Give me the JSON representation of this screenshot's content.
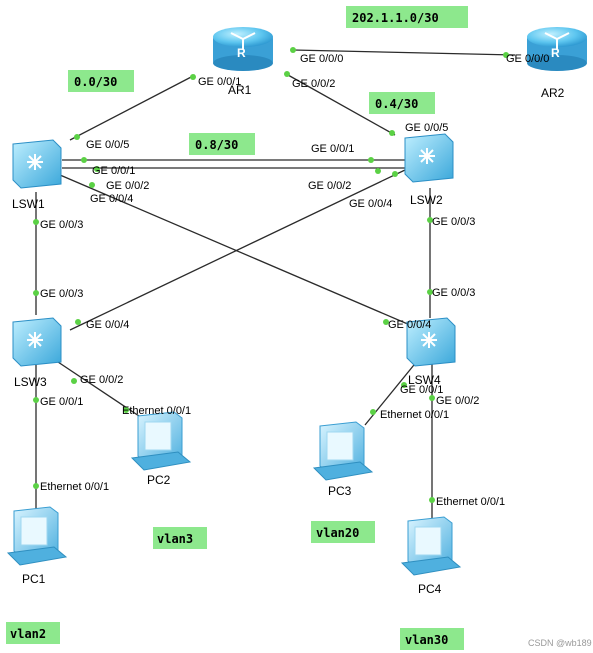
{
  "devices": {
    "ar1": "AR1",
    "ar2": "AR2",
    "lsw1": "LSW1",
    "lsw2": "LSW2",
    "lsw3": "LSW3",
    "lsw4": "LSW4",
    "pc1": "PC1",
    "pc2": "PC2",
    "pc3": "PC3",
    "pc4": "PC4"
  },
  "subnets": {
    "wan": "202.1.1.0/30",
    "ar1_lsw1": "0.0/30",
    "ar1_lsw2": "0.4/30",
    "lsw1_lsw2": "0.8/30"
  },
  "vlans": {
    "vlan2": "vlan2",
    "vlan3": "vlan3",
    "vlan20": "vlan20",
    "vlan30": "vlan30"
  },
  "ports": {
    "ar1_g000": "GE 0/0/0",
    "ar2_g000": "GE 0/0/0",
    "ar1_g001": "GE 0/0/1",
    "ar1_g002": "GE 0/0/2",
    "lsw1_g005": "GE 0/0/5",
    "lsw1_g001": "GE 0/0/1",
    "lsw1_g002": "GE 0/0/2",
    "lsw1_g004": "GE 0/0/4",
    "lsw1_g003": "GE 0/0/3",
    "lsw2_g005": "GE 0/0/5",
    "lsw2_g001": "GE 0/0/1",
    "lsw2_g002": "GE 0/0/2",
    "lsw2_g004": "GE 0/0/4",
    "lsw2_g003": "GE 0/0/3",
    "lsw3_g003": "GE 0/0/3",
    "lsw3_g004": "GE 0/0/4",
    "lsw3_g002": "GE 0/0/2",
    "lsw3_g001": "GE 0/0/1",
    "lsw4_g003": "GE 0/0/3",
    "lsw4_g004": "GE 0/0/4",
    "lsw4_g001": "GE 0/0/1",
    "lsw4_g002": "GE 0/0/2",
    "pc1_eth": "Ethernet 0/0/1",
    "pc2_eth": "Ethernet 0/0/1",
    "pc3_eth": "Ethernet 0/0/1",
    "pc4_eth": "Ethernet 0/0/1"
  },
  "watermark": "CSDN @wb189",
  "colors": {
    "link": "#2b2b2b",
    "port_dot": "#5bd145",
    "tag_bg": "#8de88d",
    "device": "#4fb8e8"
  }
}
